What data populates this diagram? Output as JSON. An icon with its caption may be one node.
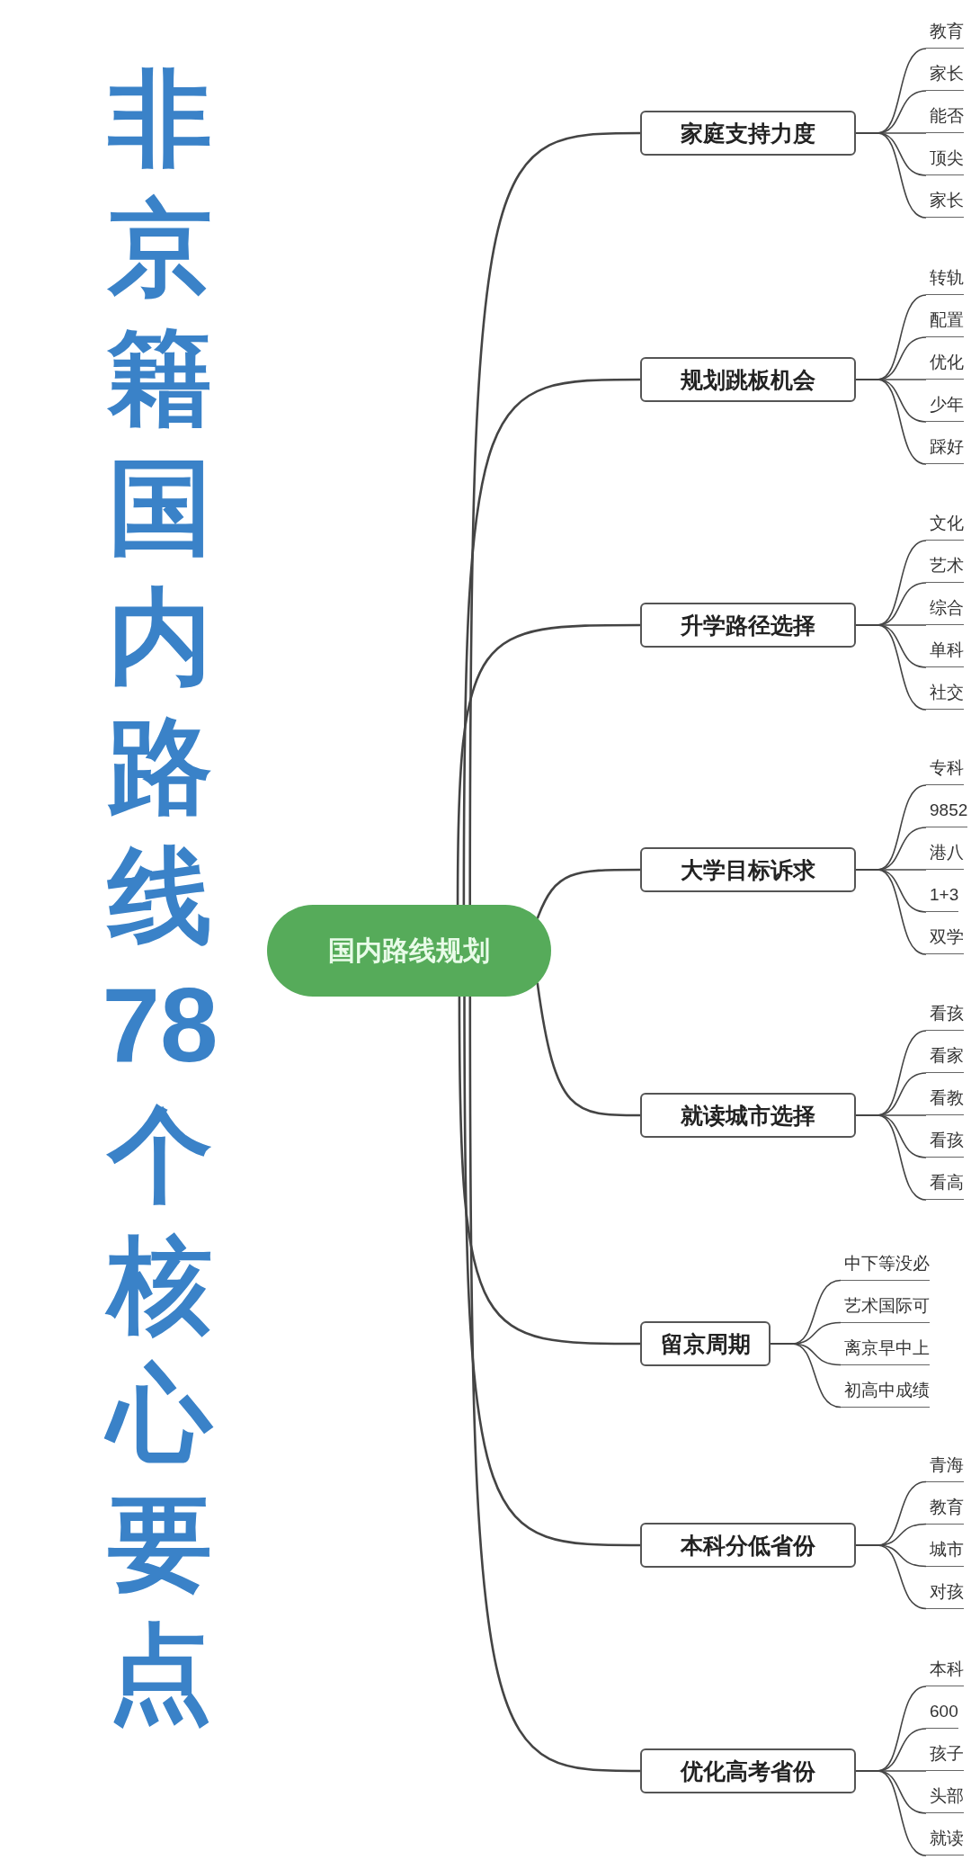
{
  "diagram": {
    "title": "非京籍国内路线78个核心要点",
    "nodes": [
      {
        "text": [
          "国内路线规划"
        ]
      },
      {
        "text": [
          "家庭支持力度"
        ]
      },
      {
        "text": [
          "规划跳板机会"
        ]
      },
      {
        "text": [
          "升学路径选择"
        ]
      },
      {
        "text": [
          "大学目标诉求"
        ]
      },
      {
        "text": [
          "就读城市选择"
        ]
      },
      {
        "text": [
          "留京周期"
        ]
      },
      {
        "text": [
          "本科分低省份"
        ]
      },
      {
        "text": [
          "优化高考省份"
        ]
      },
      {
        "text": [
          "教育"
        ]
      },
      {
        "text": [
          "家长"
        ]
      },
      {
        "text": [
          "能否"
        ]
      },
      {
        "text": [
          "顶尖"
        ]
      },
      {
        "text": [
          "家长"
        ]
      },
      {
        "text": [
          "转轨"
        ]
      },
      {
        "text": [
          "配置"
        ]
      },
      {
        "text": [
          "优化"
        ]
      },
      {
        "text": [
          "少年"
        ]
      },
      {
        "text": [
          "踩好"
        ]
      },
      {
        "text": [
          "文化"
        ]
      },
      {
        "text": [
          "艺术"
        ]
      },
      {
        "text": [
          "综合"
        ]
      },
      {
        "text": [
          "单科"
        ]
      },
      {
        "text": [
          "社交"
        ]
      },
      {
        "text": [
          "专科"
        ]
      },
      {
        "text": [
          "9852"
        ]
      },
      {
        "text": [
          "港八"
        ]
      },
      {
        "text": [
          "1+3"
        ]
      },
      {
        "text": [
          "双学"
        ]
      },
      {
        "text": [
          "看孩"
        ]
      },
      {
        "text": [
          "看家"
        ]
      },
      {
        "text": [
          "看教"
        ]
      },
      {
        "text": [
          "看孩"
        ]
      },
      {
        "text": [
          "看高"
        ]
      },
      {
        "text": [
          "中下等没必"
        ]
      },
      {
        "text": [
          "艺术国际可"
        ]
      },
      {
        "text": [
          "离京早中上"
        ]
      },
      {
        "text": [
          "初高中成绩"
        ]
      },
      {
        "text": [
          "青海"
        ]
      },
      {
        "text": [
          "教育"
        ]
      },
      {
        "text": [
          "城市"
        ]
      },
      {
        "text": [
          "对孩"
        ]
      },
      {
        "text": [
          "本科"
        ]
      },
      {
        "text": [
          "600"
        ]
      },
      {
        "text": [
          "孩子"
        ]
      },
      {
        "text": [
          "头部"
        ]
      },
      {
        "text": [
          "就读"
        ]
      }
    ],
    "edges": [
      {
        "from": 0,
        "to": 1,
        "arrow": "none"
      },
      {
        "from": 0,
        "to": 2,
        "arrow": "none"
      },
      {
        "from": 0,
        "to": 3,
        "arrow": "none"
      },
      {
        "from": 0,
        "to": 4,
        "arrow": "none"
      },
      {
        "from": 0,
        "to": 5,
        "arrow": "none"
      },
      {
        "from": 0,
        "to": 6,
        "arrow": "none"
      },
      {
        "from": 0,
        "to": 7,
        "arrow": "none"
      },
      {
        "from": 0,
        "to": 8,
        "arrow": "none"
      },
      {
        "from": 1,
        "to": 9,
        "arrow": "none"
      },
      {
        "from": 1,
        "to": 10,
        "arrow": "none"
      },
      {
        "from": 1,
        "to": 11,
        "arrow": "none"
      },
      {
        "from": 1,
        "to": 12,
        "arrow": "none"
      },
      {
        "from": 1,
        "to": 13,
        "arrow": "none"
      },
      {
        "from": 2,
        "to": 14,
        "arrow": "none"
      },
      {
        "from": 2,
        "to": 15,
        "arrow": "none"
      },
      {
        "from": 2,
        "to": 16,
        "arrow": "none"
      },
      {
        "from": 2,
        "to": 17,
        "arrow": "none"
      },
      {
        "from": 2,
        "to": 18,
        "arrow": "none"
      },
      {
        "from": 3,
        "to": 19,
        "arrow": "none"
      },
      {
        "from": 3,
        "to": 20,
        "arrow": "none"
      },
      {
        "from": 3,
        "to": 21,
        "arrow": "none"
      },
      {
        "from": 3,
        "to": 22,
        "arrow": "none"
      },
      {
        "from": 3,
        "to": 23,
        "arrow": "none"
      },
      {
        "from": 4,
        "to": 24,
        "arrow": "none"
      },
      {
        "from": 4,
        "to": 25,
        "arrow": "none"
      },
      {
        "from": 4,
        "to": 26,
        "arrow": "none"
      },
      {
        "from": 4,
        "to": 27,
        "arrow": "none"
      },
      {
        "from": 4,
        "to": 28,
        "arrow": "none"
      },
      {
        "from": 5,
        "to": 29,
        "arrow": "none"
      },
      {
        "from": 5,
        "to": 30,
        "arrow": "none"
      },
      {
        "from": 5,
        "to": 31,
        "arrow": "none"
      },
      {
        "from": 5,
        "to": 32,
        "arrow": "none"
      },
      {
        "from": 5,
        "to": 33,
        "arrow": "none"
      },
      {
        "from": 6,
        "to": 34,
        "arrow": "none"
      },
      {
        "from": 6,
        "to": 35,
        "arrow": "none"
      },
      {
        "from": 6,
        "to": 36,
        "arrow": "none"
      },
      {
        "from": 6,
        "to": 37,
        "arrow": "none"
      },
      {
        "from": 7,
        "to": 38,
        "arrow": "none"
      },
      {
        "from": 7,
        "to": 39,
        "arrow": "none"
      },
      {
        "from": 7,
        "to": 40,
        "arrow": "none"
      },
      {
        "from": 7,
        "to": 41,
        "arrow": "none"
      },
      {
        "from": 8,
        "to": 42,
        "arrow": "none"
      },
      {
        "from": 8,
        "to": 43,
        "arrow": "none"
      },
      {
        "from": 8,
        "to": 44,
        "arrow": "none"
      },
      {
        "from": 8,
        "to": 45,
        "arrow": "none"
      },
      {
        "from": 8,
        "to": 46,
        "arrow": "none"
      }
    ]
  }
}
